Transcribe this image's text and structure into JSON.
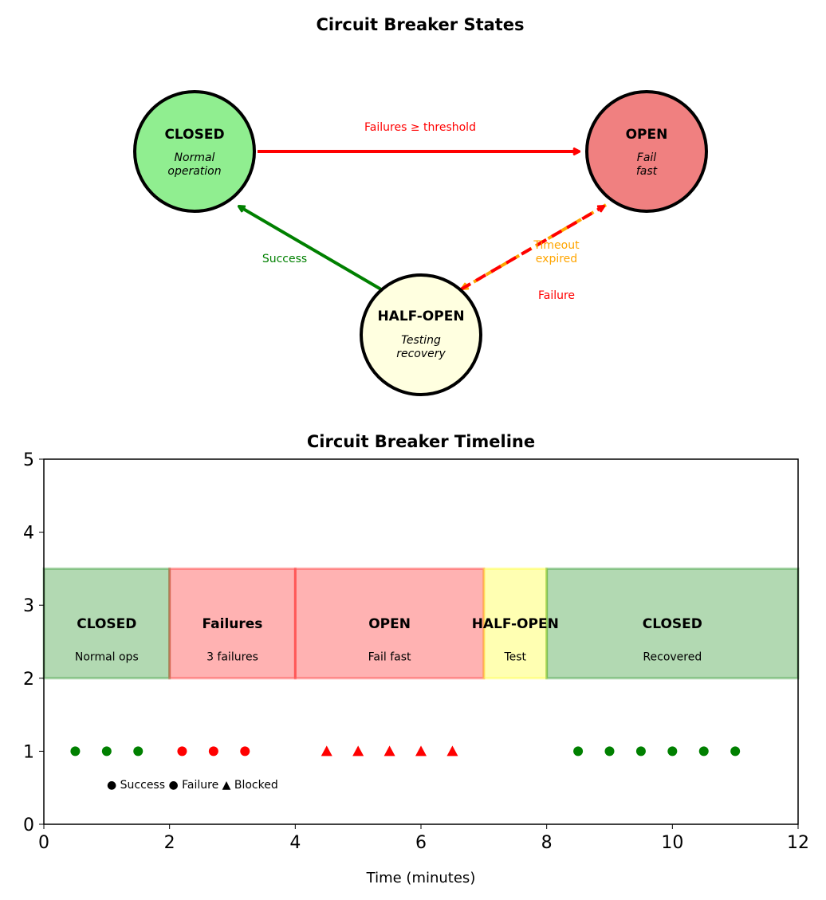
{
  "diagram": {
    "title": "Circuit Breaker States",
    "states": [
      {
        "name": "CLOSED",
        "desc": [
          "Normal",
          "operation"
        ],
        "color": "#90ee90"
      },
      {
        "name": "OPEN",
        "desc": [
          "Fail",
          "fast"
        ],
        "color": "#f08080"
      },
      {
        "name": "HALF-OPEN",
        "desc": [
          "Testing",
          "recovery"
        ],
        "color": "#ffffe0"
      }
    ],
    "transitions": {
      "closed_to_open": {
        "label": "Failures ≥ threshold",
        "color": "#ff0000"
      },
      "half_to_closed": {
        "label": "Success",
        "color": "#008000"
      },
      "open_to_half": {
        "label": [
          "Timeout",
          "expired"
        ],
        "color": "#ffa500"
      },
      "half_to_open": {
        "label": "Failure",
        "color": "#ff0000"
      }
    }
  },
  "chart_data": {
    "type": "scatter",
    "title": "Circuit Breaker Timeline",
    "xlabel": "Time (minutes)",
    "ylabel": "",
    "xlim": [
      0,
      12
    ],
    "ylim": [
      0,
      5
    ],
    "xticks": [
      "0",
      "2",
      "4",
      "6",
      "8",
      "10",
      "12"
    ],
    "yticks": [
      "0",
      "1",
      "2",
      "3",
      "4",
      "5"
    ],
    "grid": false,
    "regions": [
      {
        "x0": 0,
        "x1": 2,
        "y0": 2,
        "y1": 3.5,
        "label": "CLOSED",
        "sub": "Normal ops",
        "color": "#008000"
      },
      {
        "x0": 2,
        "x1": 4,
        "y0": 2,
        "y1": 3.5,
        "label": "Failures",
        "sub": "3 failures",
        "color": "#ff0000"
      },
      {
        "x0": 4,
        "x1": 7,
        "y0": 2,
        "y1": 3.5,
        "label": "OPEN",
        "sub": "Fail fast",
        "color": "#ff0000"
      },
      {
        "x0": 7,
        "x1": 8,
        "y0": 2,
        "y1": 3.5,
        "label": "HALF-OPEN",
        "sub": "Test",
        "color": "#ffff00"
      },
      {
        "x0": 8,
        "x1": 12,
        "y0": 2,
        "y1": 3.5,
        "label": "CLOSED",
        "sub": "Recovered",
        "color": "#008000"
      }
    ],
    "series": [
      {
        "kind": "success",
        "marker": "circle",
        "color": "#008000",
        "x": [
          0.5,
          1,
          1.5,
          8.5,
          9,
          9.5,
          10,
          10.5,
          11
        ],
        "y": [
          1,
          1,
          1,
          1,
          1,
          1,
          1,
          1,
          1
        ]
      },
      {
        "kind": "failure",
        "marker": "circle",
        "color": "#ff0000",
        "x": [
          2.2,
          2.7,
          3.2
        ],
        "y": [
          1,
          1,
          1
        ]
      },
      {
        "kind": "blocked",
        "marker": "triangle",
        "color": "#ff0000",
        "x": [
          4.5,
          5,
          5.5,
          6,
          6.5
        ],
        "y": [
          1,
          1,
          1,
          1,
          1
        ]
      }
    ],
    "legend_text": "● Success  ● Failure  ▲ Blocked"
  }
}
